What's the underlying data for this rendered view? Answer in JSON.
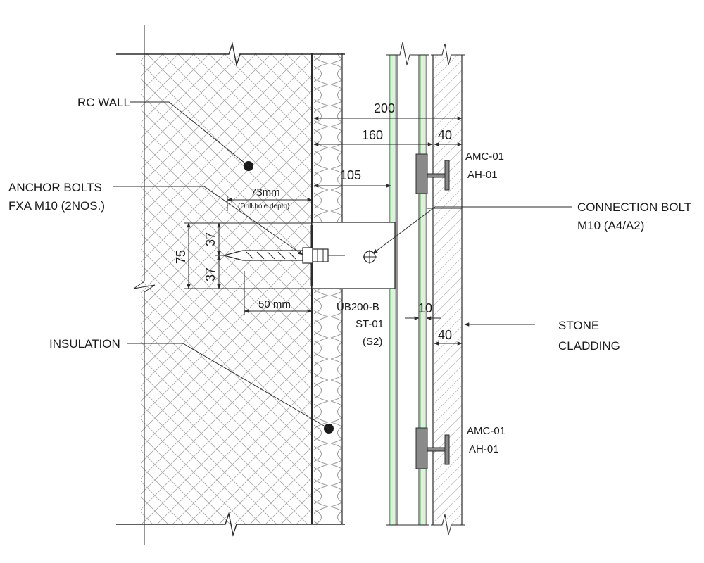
{
  "labels": {
    "rc_wall": "RC WALL",
    "anchor_bolts_line1": "ANCHOR BOLTS",
    "anchor_bolts_line2": "FXA M10 (2NOS.)",
    "insulation": "INSULATION",
    "connection_bolt_line1": "CONNECTION BOLT",
    "connection_bolt_line2": "M10 (A4/A2)",
    "stone_cladding_line1": "STONE",
    "stone_cladding_line2": "CLADDING",
    "bracket_line1": "UB200-B",
    "bracket_line2": "ST-01",
    "bracket_line3": "(S2)",
    "clip_top_line1": "AMC-01",
    "clip_top_line2": "AH-01",
    "clip_bottom_line1": "AMC-01",
    "clip_bottom_line2": "AH-01"
  },
  "dimensions": {
    "d200": "200",
    "d160": "160",
    "d40_top": "40",
    "d105": "105",
    "d73": "73mm",
    "drill_note": "(Drill hole depth)",
    "d75": "75",
    "d37_top": "37",
    "d37_bottom": "37",
    "d50": "50 mm",
    "d10": "10",
    "d40_bottom": "40"
  },
  "colors": {
    "line": "#2b2b2b",
    "glass_green": "#6fbf73",
    "hatch": "#9a9a9a",
    "clip_fill": "#8a8a8a"
  }
}
